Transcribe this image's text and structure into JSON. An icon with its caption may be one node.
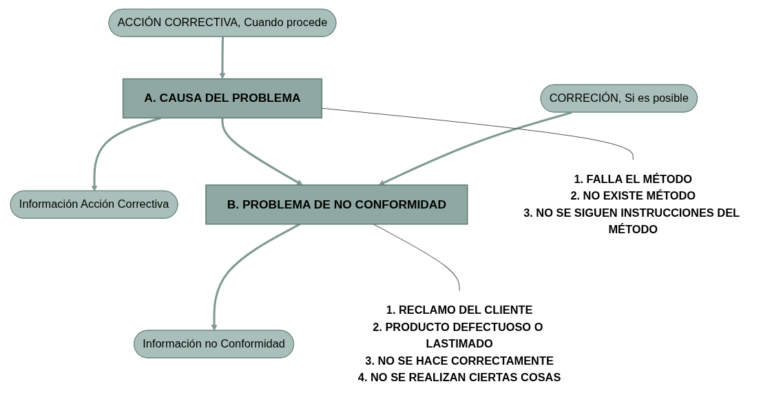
{
  "diagram": {
    "nodes": [
      {
        "text": [
          "ACCIÓN CORRECTIVA, Cuando procede"
        ]
      },
      {
        "text": [
          "A. CAUSA DEL PROBLEMA"
        ]
      },
      {
        "text": [
          "Información Acción Correctiva"
        ]
      },
      {
        "text": [
          "B. PROBLEMA DE NO CONFORMIDAD"
        ]
      },
      {
        "text": [
          "CORRECIÓN, Si es posible"
        ]
      },
      {
        "text": [
          "Información no Conformidad"
        ]
      },
      {
        "text": [
          "1. FALLA EL MÉTODO",
          "2. NO EXISTE MÉTODO",
          "3. NO SE SIGUEN INSTRUCCIONES DEL MÉTODO"
        ]
      },
      {
        "text": [
          "1. RECLAMO DEL CLIENTE",
          "2. PRODUCTO DEFECTUOSO O LASTIMADO",
          "3. NO SE HACE CORRECTAMENTE",
          "4. NO SE REALIZAN CIERTAS COSAS"
        ]
      }
    ],
    "edges": [
      {
        "from": 0,
        "to": 1,
        "arrow": "to"
      },
      {
        "from": 1,
        "to": 2,
        "arrow": "to"
      },
      {
        "from": 1,
        "to": 3,
        "arrow": "to"
      },
      {
        "from": 4,
        "to": 3,
        "arrow": "to"
      },
      {
        "from": 3,
        "to": 5,
        "arrow": "to"
      },
      {
        "from": 1,
        "to": 6,
        "arrow": "none"
      },
      {
        "from": 3,
        "to": 7,
        "arrow": "none"
      }
    ]
  }
}
